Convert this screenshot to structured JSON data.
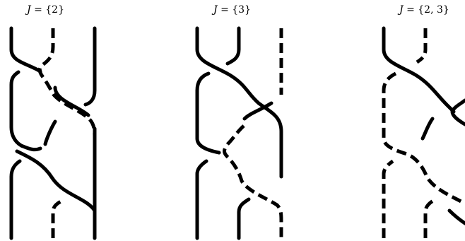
{
  "panels": [
    {
      "id": "left",
      "title_var": "J",
      "title_rest": " = {2}"
    },
    {
      "id": "middle",
      "title_var": "J",
      "title_rest": " = {3}"
    },
    {
      "id": "right",
      "title_var": "J",
      "title_rest": " = {2, 3}"
    }
  ],
  "colors": {
    "background": "#ffffff",
    "strand": "#000000"
  }
}
